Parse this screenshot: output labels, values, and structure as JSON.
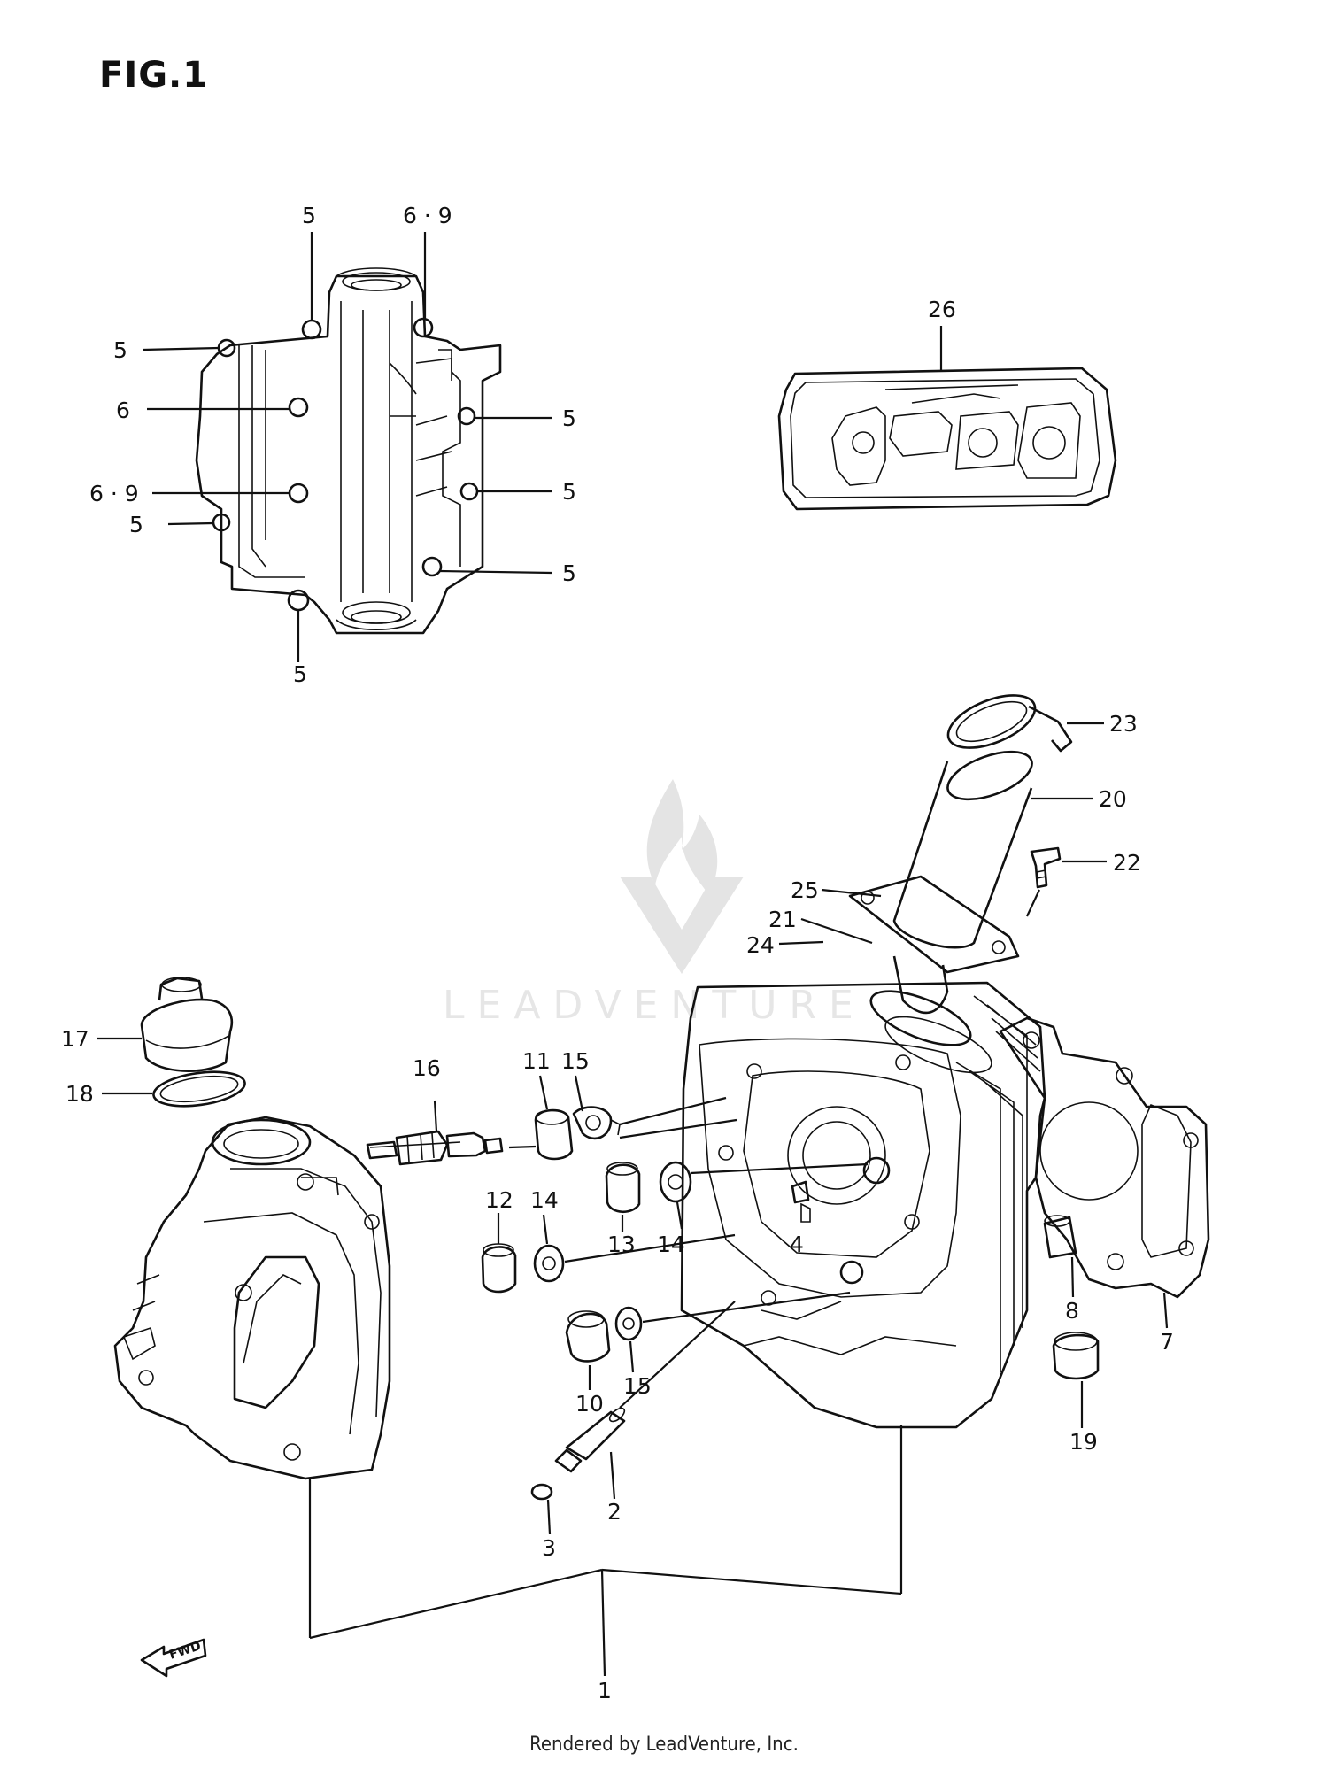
{
  "figure": {
    "title": "FIG.1"
  },
  "watermark": {
    "text": "LEADVENTURE"
  },
  "footer": {
    "text": "Rendered by LeadVenture, Inc."
  },
  "callouts": {
    "c1": "1",
    "c2": "2",
    "c3": "3",
    "c4": "4",
    "c5a": "5",
    "c5b": "5",
    "c5c": "5",
    "c5d": "5",
    "c5e": "5",
    "c5f": "5",
    "c5g": "5",
    "c6": "6",
    "c69a": "6 · 9",
    "c69b": "6 · 9",
    "c7": "7",
    "c8": "8",
    "c10": "10",
    "c11": "11",
    "c12": "12",
    "c13": "13",
    "c14a": "14",
    "c14b": "14",
    "c15a": "15",
    "c15b": "15",
    "c16": "16",
    "c17": "17",
    "c18": "18",
    "c19": "19",
    "c20": "20",
    "c21": "21",
    "c22": "22",
    "c23": "23",
    "c24": "24",
    "c25": "25",
    "c26": "26"
  },
  "fwd_arrow": {
    "text": "FWD"
  }
}
